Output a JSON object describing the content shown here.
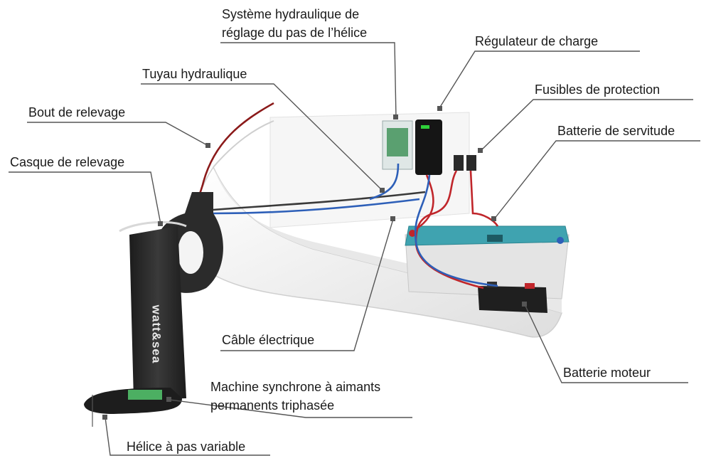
{
  "labels": {
    "hydraulic_system_line1": "Système hydraulique de",
    "hydraulic_system_line2": "réglage du pas de l’hélice",
    "charge_regulator": "Régulateur de charge",
    "hydraulic_hose": "Tuyau hydraulique",
    "protection_fuses": "Fusibles de protection",
    "lifting_end": "Bout de relevage",
    "service_battery": "Batterie de servitude",
    "lifting_head": "Casque de relevage",
    "electric_cable": "Câble électrique",
    "motor_battery": "Batterie moteur",
    "synchronous_machine_line1": "Machine synchrone à aimants",
    "synchronous_machine_line2": "permanents triphasée",
    "variable_pitch_propeller": "Hélice à pas variable"
  },
  "brand_text": "watt&sea",
  "colors": {
    "hull": "#f2f2f2",
    "leader_line": "#555555",
    "cable_red": "#c0262b",
    "cable_blue": "#2d5fb8",
    "battery_teal": "#3fa3b0",
    "strut": "#2a2a2a"
  }
}
